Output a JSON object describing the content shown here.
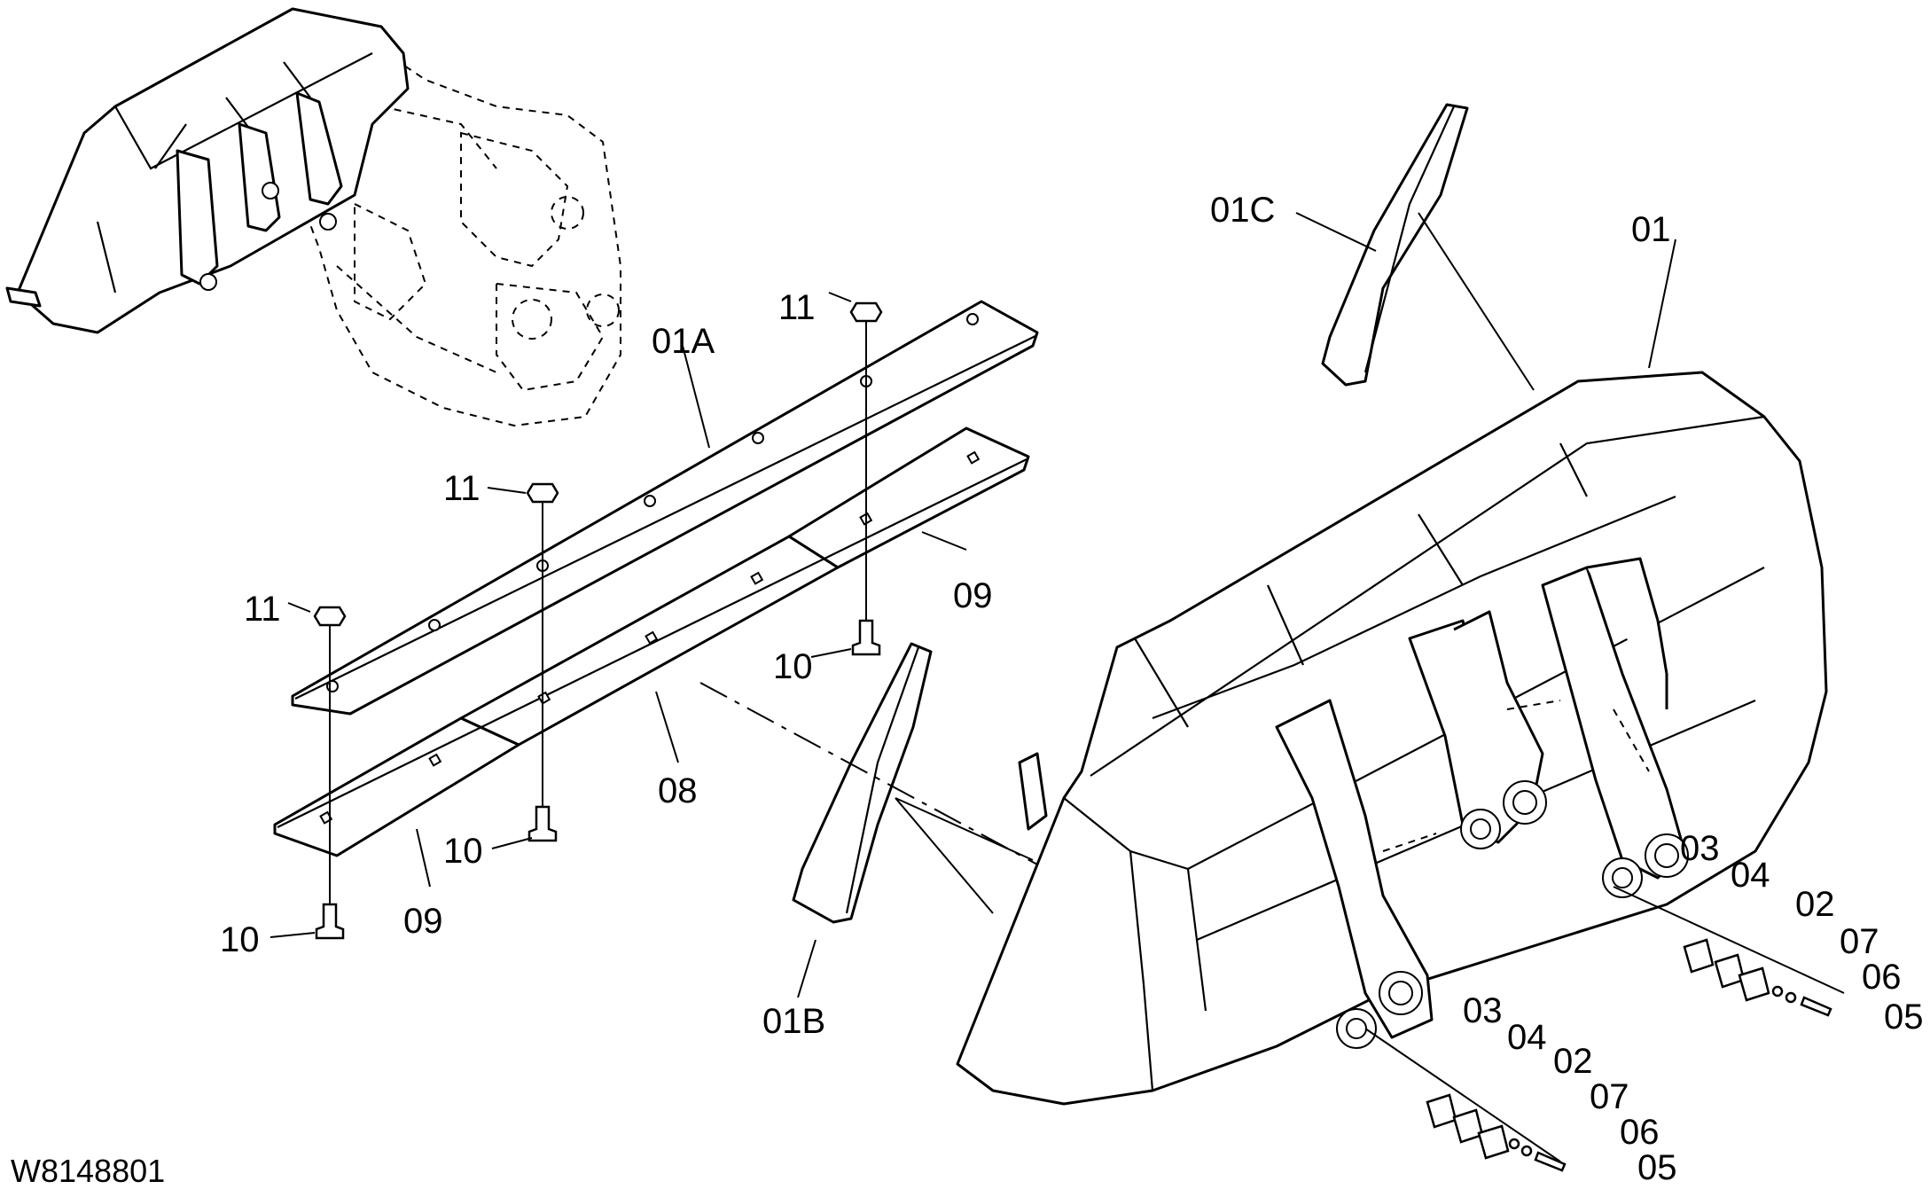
{
  "figure": {
    "id": "W8148801"
  },
  "callouts": {
    "c01": "01",
    "c01A": "01A",
    "c01B": "01B",
    "c01C": "01C",
    "c02a": "02",
    "c02b": "02",
    "c03a": "03",
    "c03b": "03",
    "c04a": "04",
    "c04b": "04",
    "c05a": "05",
    "c05b": "05",
    "c06a": "06",
    "c06b": "06",
    "c07a": "07",
    "c07b": "07",
    "c08": "08",
    "c09a": "09",
    "c09b": "09",
    "c10a": "10",
    "c10b": "10",
    "c10c": "10",
    "c11a": "11",
    "c11b": "11",
    "c11c": "11"
  }
}
